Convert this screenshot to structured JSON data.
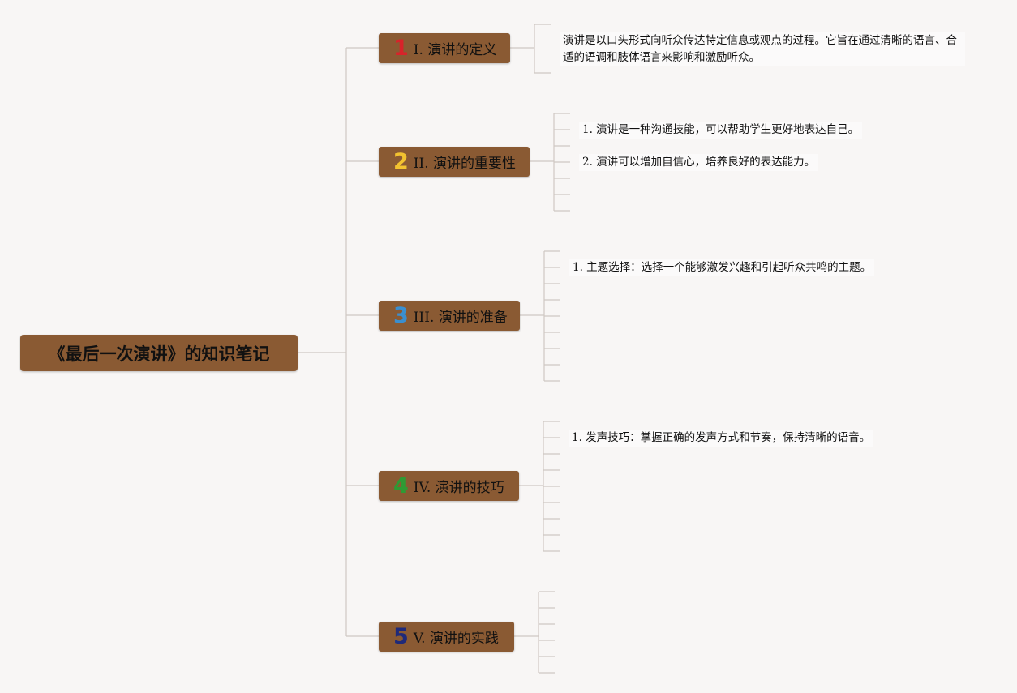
{
  "root": {
    "title": "《最后一次演讲》的知识笔记"
  },
  "branches": [
    {
      "number": "1",
      "number_color": "#d8232a",
      "label": "I. 演讲的定义",
      "leaves": [
        "演讲是以口头形式向听众传达特定信息或观点的过程。它旨在通过清晰的语言、合适的语调和肢体语言来影响和激励听众。"
      ]
    },
    {
      "number": "2",
      "number_color": "#f2c230",
      "label": "II. 演讲的重要性",
      "leaves": [
        "1. 演讲是一种沟通技能，可以帮助学生更好地表达自己。",
        "2. 演讲可以增加自信心，培养良好的表达能力。"
      ]
    },
    {
      "number": "3",
      "number_color": "#3a8fd0",
      "label": "III. 演讲的准备",
      "leaves": [
        "1. 主题选择：选择一个能够激发兴趣和引起听众共鸣的主题。"
      ]
    },
    {
      "number": "4",
      "number_color": "#2f9a34",
      "label": "IV. 演讲的技巧",
      "leaves": [
        "1. 发声技巧：掌握正确的发声方式和节奏，保持清晰的语音。"
      ]
    },
    {
      "number": "5",
      "number_color": "#1f2a7a",
      "label": "V. 演讲的实践",
      "leaves": []
    }
  ]
}
